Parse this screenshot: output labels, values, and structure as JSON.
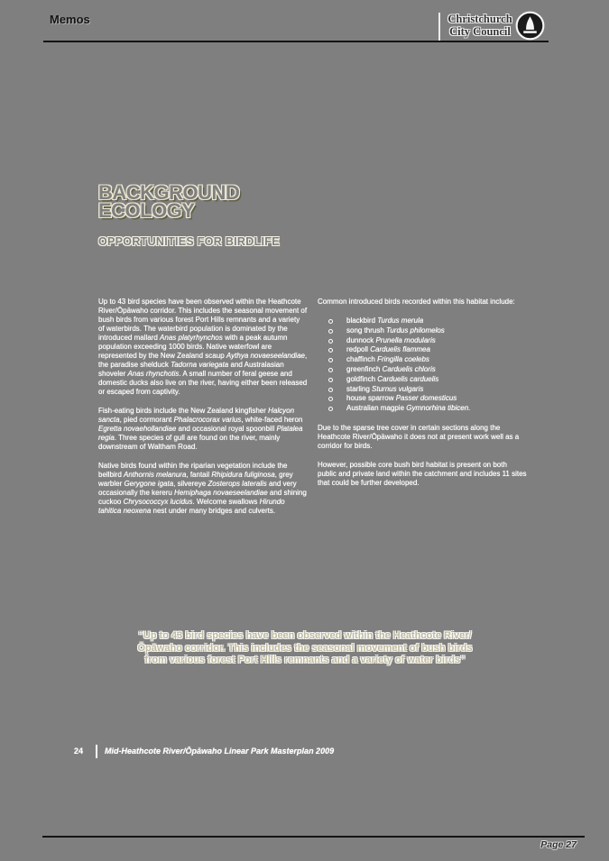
{
  "header": {
    "memos_label": "Memos",
    "logo": {
      "line1": "Christchurch",
      "line2": "City Council"
    }
  },
  "content": {
    "title_line1": "BACKGROUND",
    "title_line2": "ECOLOGY",
    "subtitle": "OPPORTUNITIES FOR BIRDLIFE",
    "left_column": {
      "paragraphs": [
        {
          "segments": [
            {
              "t": "Up to 43 bird species have been observed within the Heathcote River/Ōpāwaho corridor. This includes the seasonal movement of bush birds from various forest Port Hills remnants and a variety of waterbirds. The waterbird population is dominated by the introduced mallard "
            },
            {
              "t": "Anas platyrhynchos",
              "i": true
            },
            {
              "t": " with a peak autumn population exceeding 1000 birds. Native waterfowl are represented by the New Zealand scaup "
            },
            {
              "t": "Aythya novaeseelandiae",
              "i": true
            },
            {
              "t": ", the paradise shelduck "
            },
            {
              "t": "Tadorna variegata",
              "i": true
            },
            {
              "t": " and Australasian shoveler "
            },
            {
              "t": "Anas rhynchotis",
              "i": true
            },
            {
              "t": ". A small number of feral geese and domestic ducks also live on the river, having either been released or escaped from captivity."
            }
          ]
        },
        {
          "segments": [
            {
              "t": "Fish-eating birds include the New Zealand kingfisher "
            },
            {
              "t": "Halcyon sancta",
              "i": true
            },
            {
              "t": ", pied cormorant "
            },
            {
              "t": "Phalacrocorax varius",
              "i": true
            },
            {
              "t": ", white-faced heron "
            },
            {
              "t": "Egretta novaehollandiae",
              "i": true
            },
            {
              "t": " and occasional royal spoonbill "
            },
            {
              "t": "Platalea regia",
              "i": true
            },
            {
              "t": ". Three species of gull are found on the river, mainly downstream of Waltham Road."
            }
          ]
        },
        {
          "segments": [
            {
              "t": "Native birds found within the riparian vegetation include the bellbird "
            },
            {
              "t": "Anthornis melanura",
              "i": true
            },
            {
              "t": ", fantail "
            },
            {
              "t": "Rhipidura fuliginosa",
              "i": true
            },
            {
              "t": ", grey warbler "
            },
            {
              "t": "Gerygone igata",
              "i": true
            },
            {
              "t": ", silvereye "
            },
            {
              "t": "Zosterops lateralis",
              "i": true
            },
            {
              "t": " and very occasionally the kereru "
            },
            {
              "t": "Hemiphaga novaeseelandiae",
              "i": true
            },
            {
              "t": " and shining cuckoo "
            },
            {
              "t": "Chrysococcyx lucidus",
              "i": true
            },
            {
              "t": ". Welcome swallows "
            },
            {
              "t": "Hirundo tahitica neoxena",
              "i": true
            },
            {
              "t": " nest under many bridges and culverts."
            }
          ]
        }
      ]
    },
    "right_column": {
      "intro": "Common introduced birds recorded within this habitat include:",
      "bullet_items": [
        {
          "segments": [
            {
              "t": "blackbird "
            },
            {
              "t": "Turdus merula",
              "i": true
            }
          ]
        },
        {
          "segments": [
            {
              "t": "song thrush "
            },
            {
              "t": "Turdus philomelos",
              "i": true
            }
          ]
        },
        {
          "segments": [
            {
              "t": "dunnock "
            },
            {
              "t": "Prunella modularis",
              "i": true
            }
          ]
        },
        {
          "segments": [
            {
              "t": "redpoll "
            },
            {
              "t": "Carduelis flammea",
              "i": true
            }
          ]
        },
        {
          "segments": [
            {
              "t": "chaffinch "
            },
            {
              "t": "Fringilla coelebs",
              "i": true
            }
          ]
        },
        {
          "segments": [
            {
              "t": "greenfinch "
            },
            {
              "t": "Carduelis chloris",
              "i": true
            }
          ]
        },
        {
          "segments": [
            {
              "t": "goldfinch "
            },
            {
              "t": "Carduelis carduelis",
              "i": true
            }
          ]
        },
        {
          "segments": [
            {
              "t": "starling "
            },
            {
              "t": "Sturnus vulgaris",
              "i": true
            }
          ]
        },
        {
          "segments": [
            {
              "t": "house sparrow "
            },
            {
              "t": "Passer domesticus",
              "i": true
            }
          ]
        },
        {
          "segments": [
            {
              "t": "Australian magpie "
            },
            {
              "t": "Gymnorhina tibicen.",
              "i": true
            }
          ]
        }
      ],
      "paragraphs": [
        {
          "segments": [
            {
              "t": "Due to the sparse tree cover in certain sections along the Heathcote River/Ōpāwaho it does not at present work well as a corridor for birds."
            }
          ]
        },
        {
          "segments": [
            {
              "t": "However, possible core bush bird habitat is present on both public and private land within the catchment and includes 11 sites that could be further developed."
            }
          ]
        }
      ]
    },
    "pull_quote": "“Up to 43 bird species have been observed within the Heathcote River/Ōpāwaho corridor. This includes the seasonal movement of bush birds from various forest Port Hills remnants and a variety of water birds”"
  },
  "footer": {
    "page_number": "24",
    "doc_title": "Mid-Heathcote River/Ōpāwaho Linear Park Masterplan 2009",
    "page_label": "Page 27"
  },
  "colors": {
    "background": "#7f7f7f",
    "body_text": "#ffffff",
    "rule": "#141414",
    "title_outline": "#ece7d2",
    "title_shadow": "#5f5f46",
    "quote_text": "#bfba9c"
  }
}
